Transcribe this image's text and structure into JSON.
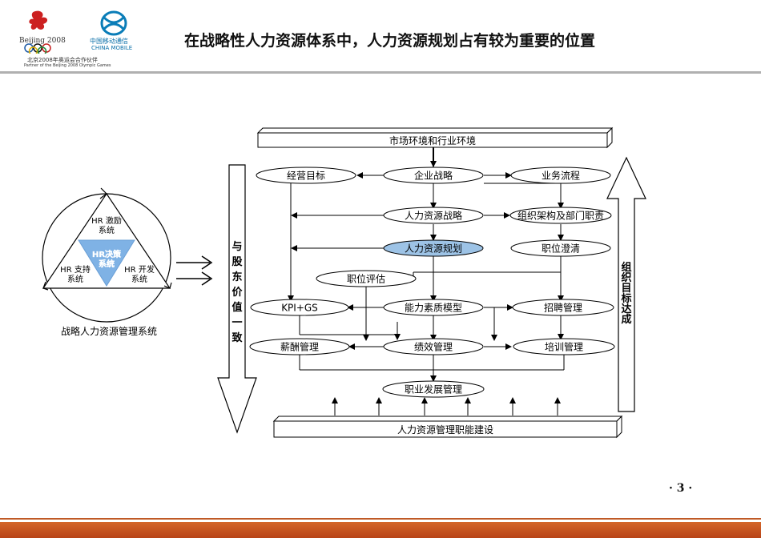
{
  "header": {
    "olympic_logo_text": "Beijing 2008",
    "mobile_logo_cn": "中国移动通信",
    "mobile_logo_en": "CHINA MOBILE",
    "partner_cn": "北京2008年奥运会合作伙伴",
    "partner_en": "Partner of the Beijing 2008 Olympic Games",
    "title": "在战略性人力资源体系中，人力资源规划占有较为重要的位置"
  },
  "left_cycle": {
    "top": "HR 激励\n系统",
    "left": "HR 支持\n系统",
    "right": "HR 开发\n系统",
    "center": "HR决策\n系统",
    "caption": "战略人力资源管理系统"
  },
  "arrows": {
    "left_down": "与股东价值一致",
    "right_up": "组织目标达成"
  },
  "bars": {
    "top": "市场环境和行业环境",
    "bottom": "人力资源管理职能建设"
  },
  "nodes": {
    "business_goals": "经营目标",
    "corporate_strategy": "企业战略",
    "business_process": "业务流程",
    "hr_strategy": "人力资源战略",
    "org_structure": "组织架构及部门职责",
    "hr_planning": "人力资源规划",
    "position_clarify": "职位澄清",
    "position_eval": "职位评估",
    "kpi_gs": "KPI+GS",
    "competency_model": "能力素质模型",
    "recruitment": "招聘管理",
    "compensation": "薪酬管理",
    "performance": "绩效管理",
    "training": "培训管理",
    "career_dev": "职业发展管理"
  },
  "colors": {
    "highlight_fill": "#9dc3e6",
    "triangle_fill": "#7fb2e5",
    "footer": "#c8561f"
  },
  "page_number": "· 3 ·"
}
